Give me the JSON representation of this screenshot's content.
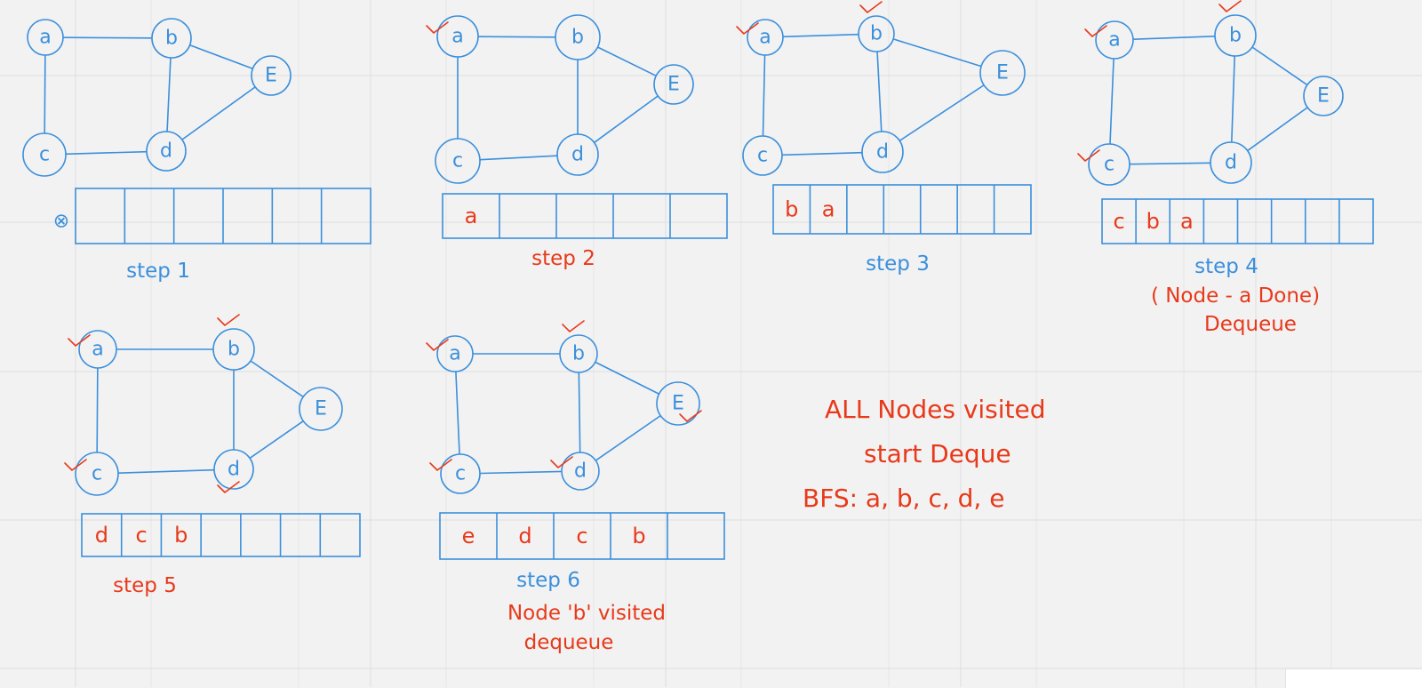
{
  "colors": {
    "ink_blue": "#3b8fdc",
    "ink_red": "#e8391a",
    "board": "#f2f2f2",
    "grid": "#dedede"
  },
  "front_symbol": "⊗",
  "steps": [
    {
      "caption": "step 1",
      "caption_color": "blue",
      "note_lines": [],
      "node_labels": {
        "a": "a",
        "b": "b",
        "c": "c",
        "d": "d",
        "e": "E"
      },
      "checked": [],
      "queue": [],
      "queue_color": "red"
    },
    {
      "caption": "step 2",
      "caption_color": "red",
      "note_lines": [],
      "node_labels": {
        "a": "a",
        "b": "b",
        "c": "c",
        "d": "d",
        "e": "E"
      },
      "checked": [
        "a"
      ],
      "queue": [
        "a"
      ],
      "queue_color": "red"
    },
    {
      "caption": "step 3",
      "caption_color": "blue",
      "note_lines": [],
      "node_labels": {
        "a": "a",
        "b": "b",
        "c": "c",
        "d": "d",
        "e": "E"
      },
      "checked": [
        "a",
        "b"
      ],
      "queue": [
        "b",
        "a"
      ],
      "queue_color": "red"
    },
    {
      "caption": "step 4",
      "caption_color": "blue",
      "note_lines": [
        "( Node - a Done)",
        "Dequeue"
      ],
      "note_color": "red",
      "node_labels": {
        "a": "a",
        "b": "b",
        "c": "c",
        "d": "d",
        "e": "E"
      },
      "checked": [
        "a",
        "b",
        "c"
      ],
      "queue": [
        "c",
        "b",
        "a"
      ],
      "queue_color": "red"
    },
    {
      "caption": "step 5",
      "caption_color": "red",
      "note_lines": [],
      "node_labels": {
        "a": "a",
        "b": "b",
        "c": "c",
        "d": "d",
        "e": "E"
      },
      "checked": [
        "a",
        "b",
        "c",
        "d"
      ],
      "queue": [
        "d",
        "c",
        "b"
      ],
      "queue_color": "red"
    },
    {
      "caption": "step 6",
      "caption_color": "blue",
      "note_lines": [
        "Node 'b' visited",
        "dequeue"
      ],
      "note_color": "red",
      "node_labels": {
        "a": "a",
        "b": "b",
        "c": "c",
        "d": "d",
        "e": "E"
      },
      "checked": [
        "a",
        "b",
        "c",
        "d",
        "e"
      ],
      "queue": [
        "e",
        "d",
        "c",
        "b"
      ],
      "queue_color": "red"
    }
  ],
  "summary": {
    "line1": "ALL Nodes visited",
    "line2": "start Deque",
    "line3": "BFS: a, b, c, d, e"
  }
}
